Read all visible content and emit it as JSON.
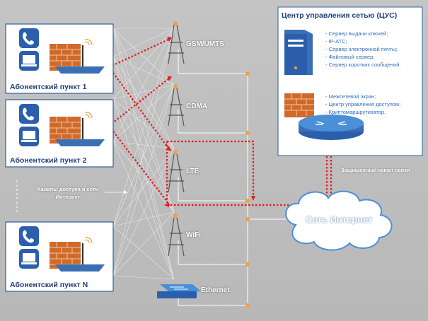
{
  "subscribers": [
    {
      "label": "Абонентский пункт 1"
    },
    {
      "label": "Абонентский пункт 2"
    },
    {
      "label": "Абонентский пункт N"
    }
  ],
  "access_note": "Каналы доступа в сети Интернет",
  "networks": [
    {
      "label": "GSM/UMTS"
    },
    {
      "label": "CDMA"
    },
    {
      "label": "LTE"
    },
    {
      "label": "WiFi"
    },
    {
      "label": "Ethernet"
    }
  ],
  "cus": {
    "title": "Центр управления сетью (ЦУС)",
    "server_items": [
      "Сервер выдачи ключей;",
      "IP-АТС;",
      "Сервер электронной почты;",
      "Файловый сервер;",
      "Сервер коротких сообщений."
    ],
    "security_items": [
      "Межсетевой экран;",
      "Центр управления доступом;",
      "Криптомаршрутизатор."
    ]
  },
  "secure_channel": "Защищенный канал связи",
  "internet": "Сеть Интернет",
  "colors": {
    "route": "#e41b1b",
    "accent_orange": "#f0a040",
    "box_border": "#2f5f9e",
    "label_blue": "#1f3f7a"
  }
}
